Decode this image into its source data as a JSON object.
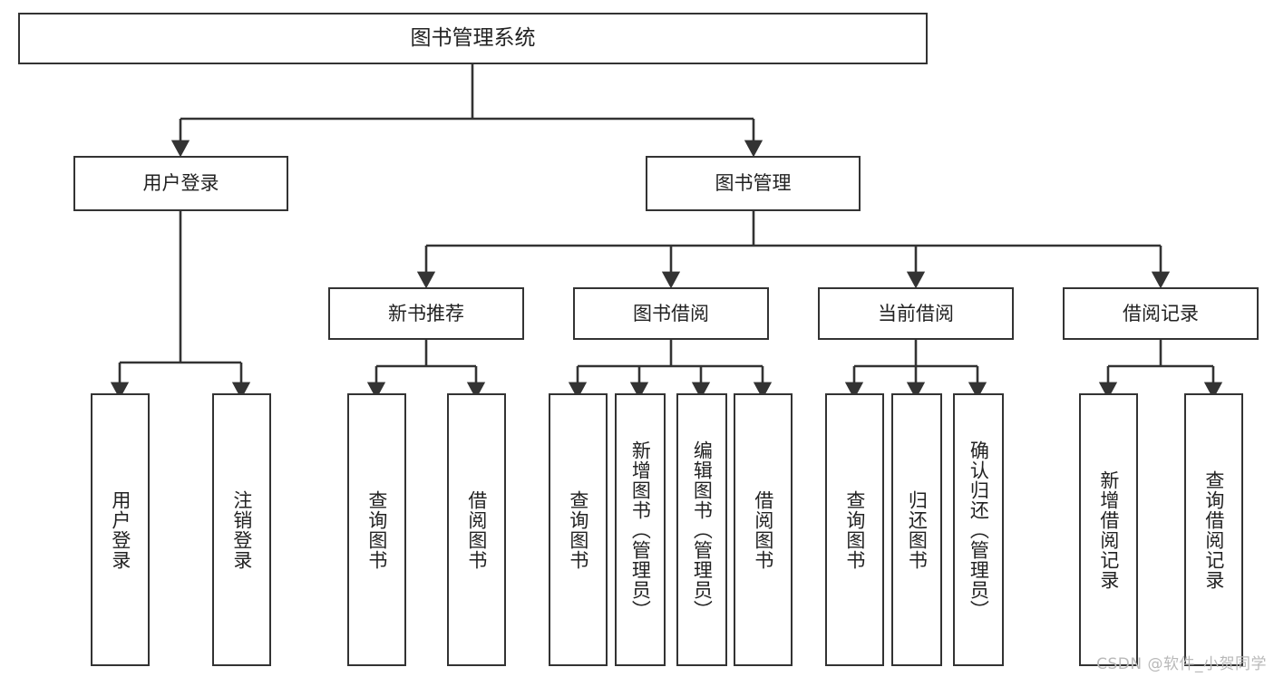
{
  "diagram": {
    "title_node": {
      "label": "图书管理系统"
    },
    "level2": [
      {
        "id": "user-login",
        "label": "用户登录"
      },
      {
        "id": "book-manage",
        "label": "图书管理"
      }
    ],
    "level3": [
      {
        "id": "new-book-recommend",
        "label": "新书推荐"
      },
      {
        "id": "book-borrow",
        "label": "图书借阅"
      },
      {
        "id": "current-borrow",
        "label": "当前借阅"
      },
      {
        "id": "borrow-record",
        "label": "借阅记录"
      }
    ],
    "leaves": {
      "user_login": [
        {
          "id": "leaf-user-login",
          "label": "用户登录"
        },
        {
          "id": "leaf-logout-login",
          "label": "注销登录"
        }
      ],
      "new_book_recommend": [
        {
          "id": "leaf-query-book-1",
          "label": "查询图书"
        },
        {
          "id": "leaf-borrow-book-1",
          "label": "借阅图书"
        }
      ],
      "book_borrow": [
        {
          "id": "leaf-query-book-2",
          "label": "查询图书"
        },
        {
          "id": "leaf-add-book",
          "label": "新增图书（管理员）"
        },
        {
          "id": "leaf-edit-book",
          "label": "编辑图书（管理员）"
        },
        {
          "id": "leaf-borrow-book-2",
          "label": "借阅图书"
        }
      ],
      "current_borrow": [
        {
          "id": "leaf-query-book-3",
          "label": "查询图书"
        },
        {
          "id": "leaf-return-book",
          "label": "归还图书"
        },
        {
          "id": "leaf-confirm-return",
          "label": "确认归还（管理员）"
        }
      ],
      "borrow_record": [
        {
          "id": "leaf-add-record",
          "label": "新增借阅记录"
        },
        {
          "id": "leaf-query-record",
          "label": "查询借阅记录"
        }
      ]
    }
  },
  "watermark": {
    "text": "CSDN @软件_小贺同学"
  },
  "colors": {
    "stroke": "#333333",
    "background": "#ffffff",
    "text": "#222222",
    "watermark": "#b9b9b9"
  }
}
